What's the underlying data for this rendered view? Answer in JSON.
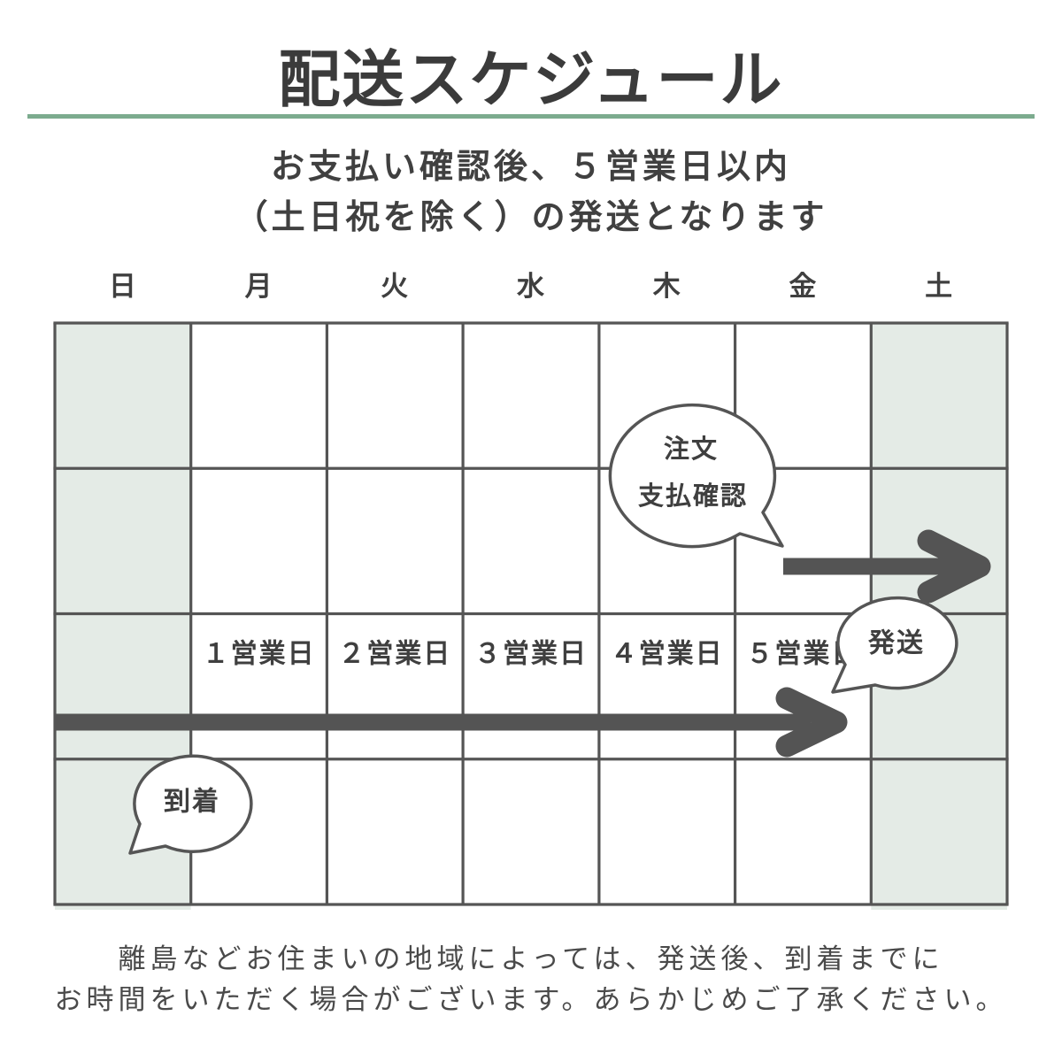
{
  "title": "配送スケジュール",
  "subtitle": {
    "line1": "お支払い確認後、５営業日以内",
    "line2": "（土日祝を除く）の発送となります"
  },
  "calendar": {
    "day_headers": [
      "日",
      "月",
      "火",
      "水",
      "木",
      "金",
      "土"
    ],
    "business_day_labels": [
      "１営業日",
      "２営業日",
      "３営業日",
      "４営業日",
      "５営業日"
    ],
    "shaded_columns": [
      "日",
      "土"
    ]
  },
  "annotations": {
    "order_bubble_line1": "注文",
    "order_bubble_line2": "支払確認",
    "ship_bubble": "発送",
    "arrival_bubble": "到着"
  },
  "footer": {
    "line1": "離島などお住まいの地域によっては、発送後、到着までに",
    "line2": "お時間をいただく場合がございます。あらかじめご了承ください。"
  },
  "colors": {
    "accent_green": "#7cab8e",
    "weekend_cell_green": "#e4ebe6",
    "text_ink": "#3f3f3f",
    "grid_line": "#555555",
    "arrow_gray": "#545454",
    "bubble_fill": "#ffffff"
  }
}
